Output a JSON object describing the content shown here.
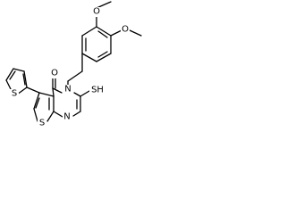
{
  "atom_labels": {
    "methoxy_top_o": "O",
    "methoxy_right_o": "O",
    "ring_n": "N",
    "pyrimidine_n": "N",
    "carbonyl_o": "O",
    "thiol_sh": "SH",
    "thiophene_s_left": "S",
    "thiophene_s_bottom": "S"
  }
}
